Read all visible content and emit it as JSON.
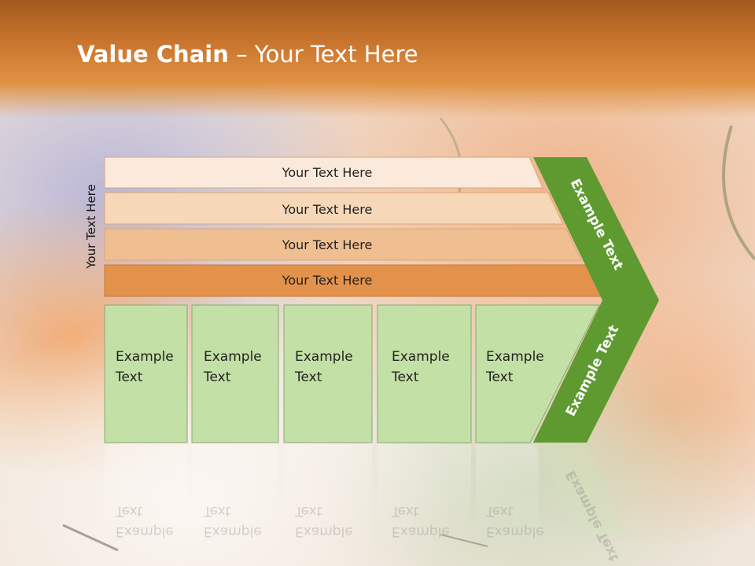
{
  "slide": {
    "title_bold": "Value Chain",
    "title_rest": " – Your Text Here",
    "side_label": "Your Text Here"
  },
  "rows": [
    {
      "label": "Your Text Here",
      "color": "#fbeadb"
    },
    {
      "label": "Your Text Here",
      "color": "#f6d7b8"
    },
    {
      "label": "Your Text Here",
      "color": "#efbf91"
    },
    {
      "label": "Your Text Here",
      "color": "#e3924b"
    }
  ],
  "boxes": [
    {
      "line1": "Example",
      "line2": "Text"
    },
    {
      "line1": "Example",
      "line2": "Text"
    },
    {
      "line1": "Example",
      "line2": "Text"
    },
    {
      "line1": "Example",
      "line2": "Text"
    },
    {
      "line1": "Example",
      "line2": "Text"
    }
  ],
  "chevron": {
    "upper_label": "Example Text",
    "lower_label": "Example Text",
    "color": "#5e9a30"
  },
  "colors": {
    "box_fill": "#c3e0a6",
    "box_stroke": "#8aa878",
    "header": "#d7822f"
  }
}
